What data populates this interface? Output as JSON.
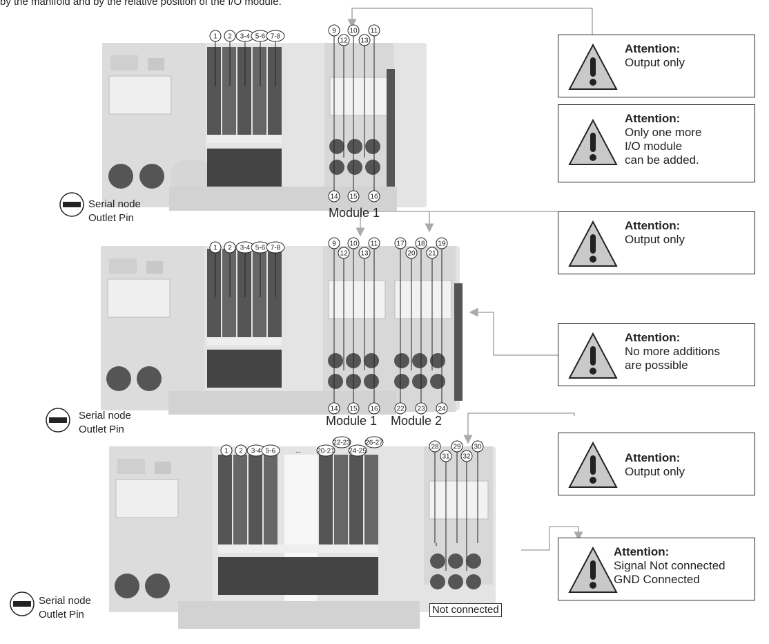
{
  "header_text": "by the manifold and by the relative position of the I/O module.",
  "attention_boxes": [
    {
      "title": "Attention:",
      "lines": [
        "Output only"
      ]
    },
    {
      "title": "Attention:",
      "lines": [
        "Only one more",
        "I/O module",
        "can be added."
      ]
    },
    {
      "title": "Attention:",
      "lines": [
        "Output only"
      ]
    },
    {
      "title": "Attention:",
      "lines": [
        "No more additions",
        "are possible"
      ]
    },
    {
      "title": "Attention:",
      "lines": [
        "Output only"
      ]
    },
    {
      "title": "Attention:",
      "lines": [
        "Signal Not connected",
        "GND Connected"
      ]
    }
  ],
  "serial_node": {
    "line1": "Serial node",
    "line2": "Outlet Pin"
  },
  "modules": {
    "m1": "Module 1",
    "m2": "Module 2"
  },
  "not_connected": "Not connected",
  "valve_labels_1": [
    "1",
    "2",
    "3-4",
    "5-6",
    "7-8"
  ],
  "valve_labels_3": [
    "1",
    "2",
    "3-4",
    "5-6",
    "...",
    "20-21",
    "22-23",
    "24-25",
    "26-27"
  ],
  "io_top_1": [
    "9",
    "12",
    "10",
    "13",
    "11"
  ],
  "io_bot_1": [
    "14",
    "15",
    "16"
  ],
  "io_top_2": [
    "17",
    "20",
    "18",
    "21",
    "19"
  ],
  "io_bot_2": [
    "22",
    "23",
    "24"
  ],
  "io_top_3": [
    "28",
    "31",
    "29",
    "32",
    "30"
  ]
}
